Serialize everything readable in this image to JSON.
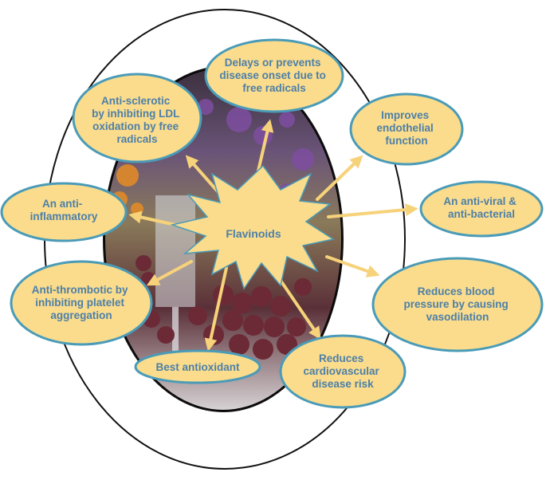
{
  "center": {
    "label": "Flavinoids"
  },
  "benefits": [
    {
      "id": "anti-sclerotic",
      "lines": [
        "Anti-sclerotic",
        "by inhibiting LDL",
        "oxidation by free",
        "radicals"
      ]
    },
    {
      "id": "delays-disease",
      "lines": [
        "Delays or prevents",
        "disease onset due to",
        "free radicals"
      ]
    },
    {
      "id": "endothelial",
      "lines": [
        "Improves",
        "endothelial",
        "function"
      ]
    },
    {
      "id": "anti-viral",
      "lines": [
        "An anti-viral &",
        "anti-bacterial"
      ]
    },
    {
      "id": "blood-pressure",
      "lines": [
        "Reduces blood",
        "pressure by causing",
        "vasodilation"
      ]
    },
    {
      "id": "cardiovascular",
      "lines": [
        "Reduces",
        "cardiovascular",
        "disease risk"
      ]
    },
    {
      "id": "antioxidant",
      "lines": [
        "Best antioxidant"
      ]
    },
    {
      "id": "anti-thrombotic",
      "lines": [
        "Anti-thrombotic by",
        "inhibiting platelet",
        "aggregation"
      ]
    },
    {
      "id": "anti-inflammatory",
      "lines": [
        "An anti-",
        "inflammatory"
      ]
    }
  ],
  "colors": {
    "bubble_fill": "#fadc8c",
    "bubble_stroke": "#4a9bb8",
    "text": "#4d7fa8",
    "arrow": "#f6d27a",
    "ring": "#111111"
  }
}
